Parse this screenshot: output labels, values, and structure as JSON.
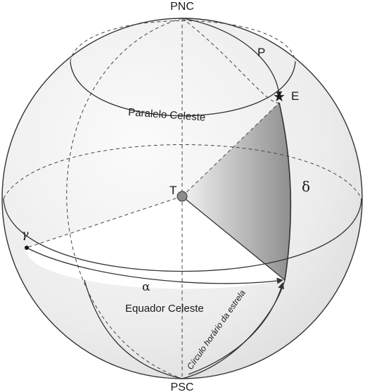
{
  "labels": {
    "north_pole": "PNC",
    "south_pole": "PSC",
    "star_glyph": "★",
    "star": "E",
    "center": "T",
    "polar_distance": "P",
    "declination": "δ",
    "right_ascension": "α",
    "vernal_point": "γ",
    "celestial_parallel": "Paralelo Celeste",
    "celestial_equator": "Equador Celeste",
    "hour_circle": "Círculo horário da estrela"
  },
  "colors": {
    "sphere_fill": "#ebebeb",
    "line": "#333333",
    "dashed": "#444444",
    "wedge_dark": "#9a9a9a",
    "wedge_light": "#f0f0f0",
    "center_dot": "#8c8c8c"
  }
}
